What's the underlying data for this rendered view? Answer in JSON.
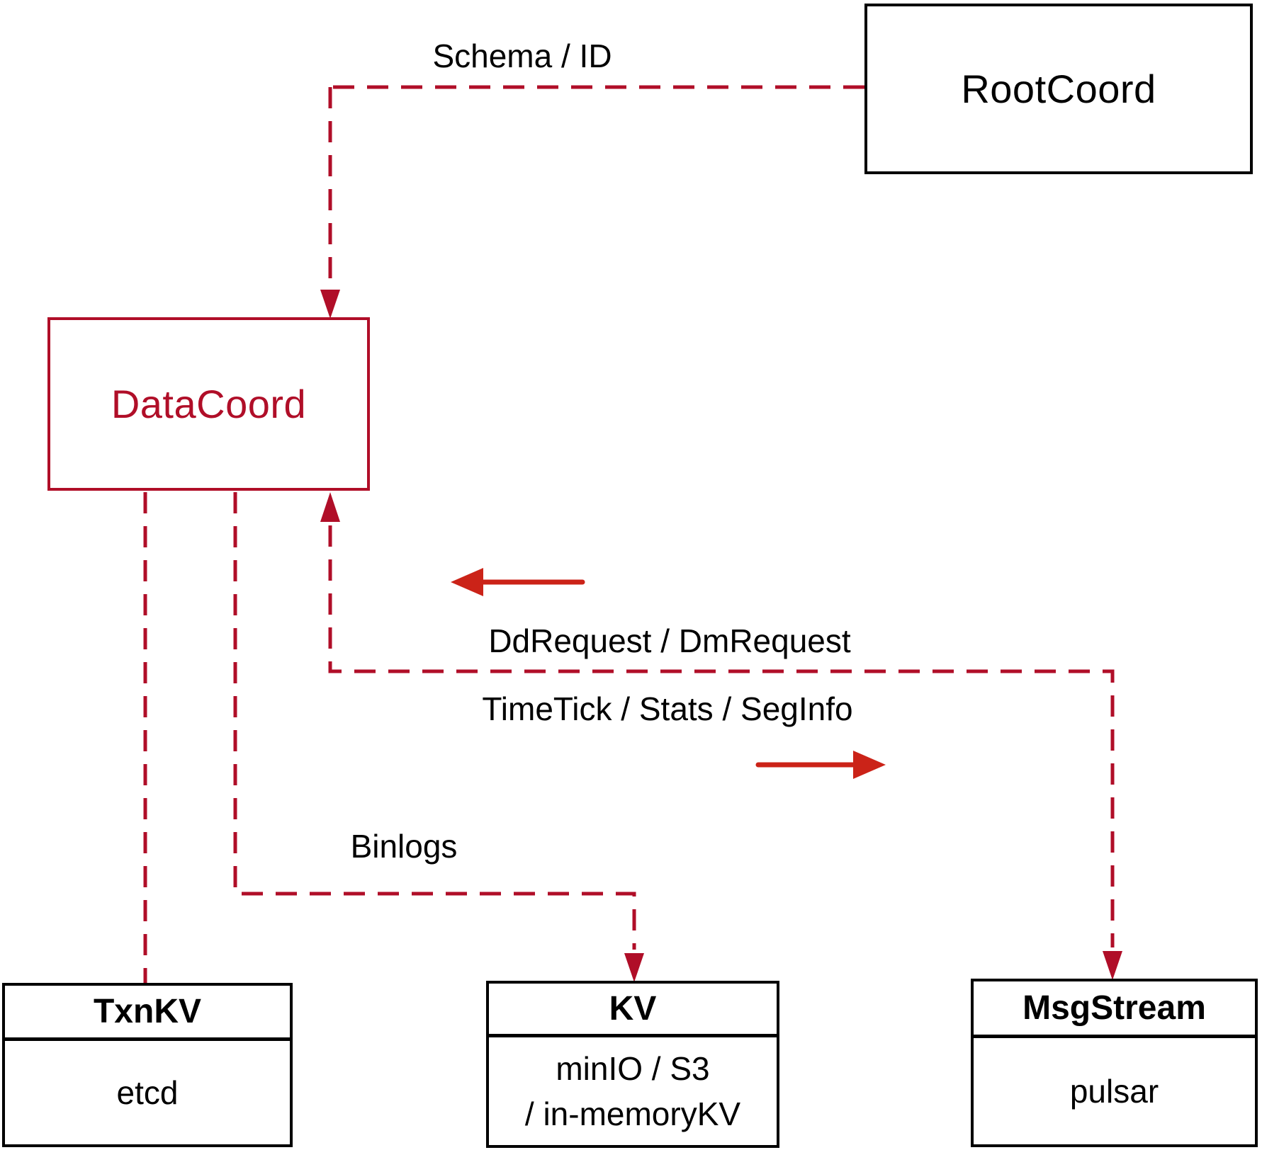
{
  "diagram": {
    "boxes": {
      "rootcoord": {
        "title": "RootCoord"
      },
      "datacoord": {
        "title": "DataCoord"
      },
      "txnkv": {
        "header": "TxnKV",
        "body": "etcd"
      },
      "kv": {
        "header": "KV",
        "body_line1": "minIO / S3",
        "body_line2": "/ in-memoryKV"
      },
      "msgstream": {
        "header": "MsgStream",
        "body": "pulsar"
      }
    },
    "edge_labels": {
      "schema_id": "Schema / ID",
      "dd_dm_request": "DdRequest / DmRequest",
      "timetick_stats_seginfo": "TimeTick / Stats / SegInfo",
      "binlogs": "Binlogs"
    },
    "colors": {
      "connector_crimson": "#B00E28",
      "arrow_red": "#CB2318",
      "box_border_black": "#000000",
      "text_black": "#000000",
      "background": "#FFFFFF"
    }
  }
}
